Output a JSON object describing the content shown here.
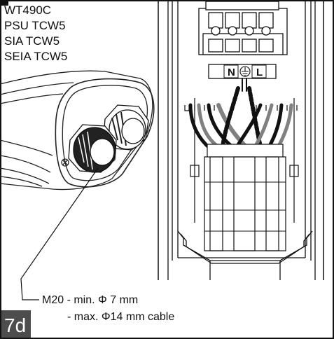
{
  "model_list": [
    "WT490C",
    "PSU TCW5",
    "SIA TCW5",
    "SEIA TCW5"
  ],
  "terminal": {
    "neutral": "N",
    "live": "L",
    "earth_icon": "earth-ground-icon"
  },
  "cable_spec": {
    "line1": "M20 - min. Φ 7 mm",
    "line2": "- max. Φ14 mm cable"
  },
  "figure_label": "7d",
  "colors": {
    "label_box": "#4d4d4d",
    "ink": "#111111",
    "grey_wire": "#808080"
  }
}
